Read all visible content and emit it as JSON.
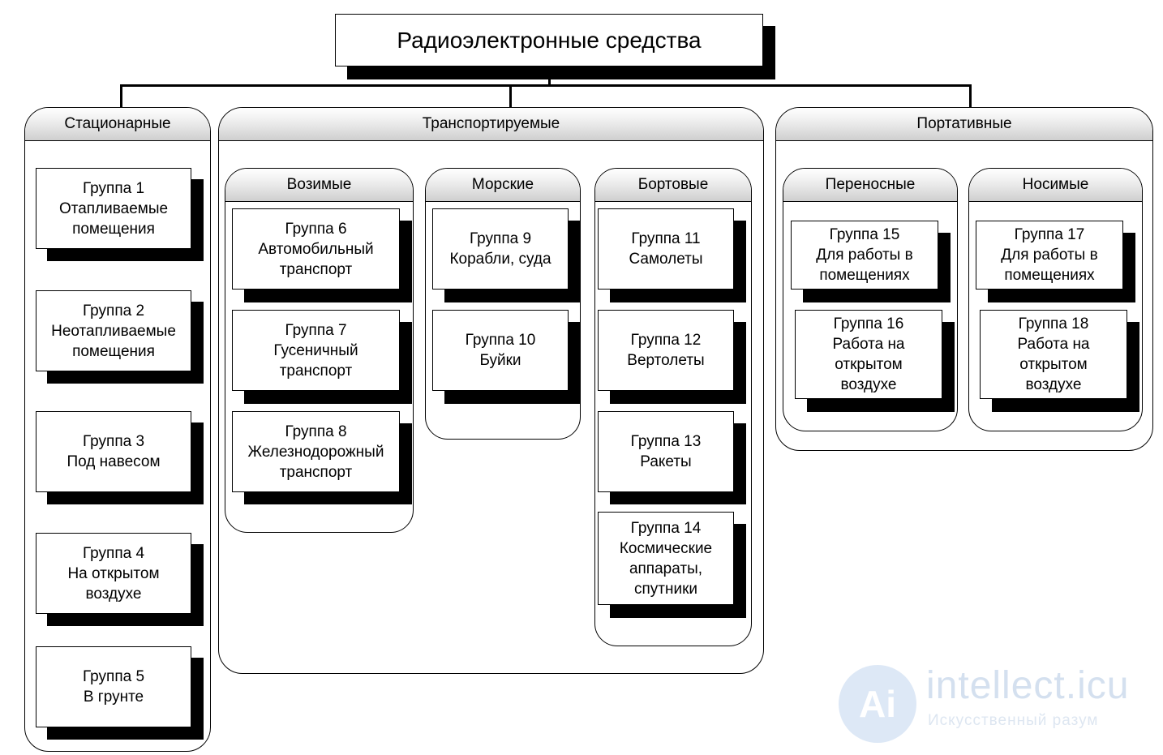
{
  "title": "Радиоэлектронные средства",
  "categories": {
    "stationary": "Стационарные",
    "transport": "Транспортируемые",
    "portable": "Портативные"
  },
  "subcategories": {
    "land": "Возимые",
    "sea": "Морские",
    "onboard": "Бортовые",
    "carried": "Переносные",
    "wearable": "Носимые"
  },
  "groups": [
    {
      "lines": [
        "Группа 1",
        "Отапливаемые",
        "помещения"
      ]
    },
    {
      "lines": [
        "Группа 2",
        "Неотапливаемые",
        "помещения"
      ]
    },
    {
      "lines": [
        "Группа 3",
        "Под навесом"
      ]
    },
    {
      "lines": [
        "Группа 4",
        "На открытом",
        "воздухе"
      ]
    },
    {
      "lines": [
        "Группа 5",
        "В грунте"
      ]
    },
    {
      "lines": [
        "Группа 6",
        "Автомобильный",
        "транспорт"
      ]
    },
    {
      "lines": [
        "Группа 7",
        "Гусеничный",
        "транспорт"
      ]
    },
    {
      "lines": [
        "Группа 8",
        "Железнодорожный",
        "транспорт"
      ]
    },
    {
      "lines": [
        "Группа 9",
        "Корабли, суда"
      ]
    },
    {
      "lines": [
        "Группа 10",
        "Буйки"
      ]
    },
    {
      "lines": [
        "Группа 11",
        "Самолеты"
      ]
    },
    {
      "lines": [
        "Группа 12",
        "Вертолеты"
      ]
    },
    {
      "lines": [
        "Группа 13",
        "Ракеты"
      ]
    },
    {
      "lines": [
        "Группа 14",
        "Космические",
        "аппараты,",
        "спутники"
      ]
    },
    {
      "lines": [
        "Группа 15",
        "Для работы в",
        "помещениях"
      ]
    },
    {
      "lines": [
        "Группа 16",
        "Работа на",
        "открытом",
        "воздухе"
      ]
    },
    {
      "lines": [
        "Группа 17",
        "Для работы в",
        "помещениях"
      ]
    },
    {
      "lines": [
        "Группа 18",
        "Работа на",
        "открытом",
        "воздухе"
      ]
    }
  ],
  "watermark": {
    "text": "intellect.icu",
    "subtext": "Искусственный разум",
    "logo_letters": "Ai"
  }
}
